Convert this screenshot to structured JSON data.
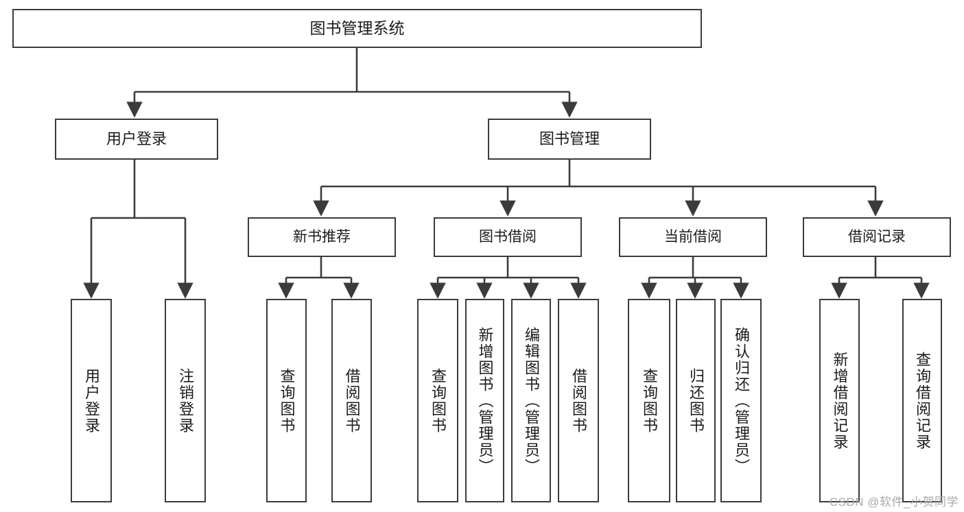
{
  "diagram": {
    "title": "图书管理系统",
    "type": "tree",
    "colors": {
      "box_border": "#3b3b3b",
      "box_fill": "#ffffff",
      "edge": "#3b3b3b",
      "text": "#1b1b1b",
      "watermark": "#a9a9a9",
      "background": "#ffffff"
    },
    "nodes": {
      "root": {
        "label": "图书管理系统"
      },
      "level2": [
        {
          "id": "user-login",
          "label": "用户登录"
        },
        {
          "id": "book-manage",
          "label": "图书管理"
        }
      ],
      "level3": [
        {
          "id": "new-book-recommend",
          "label": "新书推荐"
        },
        {
          "id": "book-borrow",
          "label": "图书借阅"
        },
        {
          "id": "current-borrow",
          "label": "当前借阅"
        },
        {
          "id": "borrow-record",
          "label": "借阅记录"
        }
      ],
      "leaves": {
        "user-login": [
          {
            "id": "leaf-user-login",
            "label": "用户登录"
          },
          {
            "id": "leaf-logout-login",
            "label": "注销登录"
          }
        ],
        "new-book-recommend": [
          {
            "id": "leaf-query-book-1",
            "label": "查询图书"
          },
          {
            "id": "leaf-borrow-book-1",
            "label": "借阅图书"
          }
        ],
        "book-borrow": [
          {
            "id": "leaf-query-book-2",
            "label": "查询图书"
          },
          {
            "id": "leaf-add-book",
            "label": "新增图书（管理员）"
          },
          {
            "id": "leaf-edit-book",
            "label": "编辑图书（管理员）"
          },
          {
            "id": "leaf-borrow-book-2",
            "label": "借阅图书"
          }
        ],
        "current-borrow": [
          {
            "id": "leaf-query-book-3",
            "label": "查询图书"
          },
          {
            "id": "leaf-return-book",
            "label": "归还图书"
          },
          {
            "id": "leaf-confirm-return",
            "label": "确认归还（管理员）"
          }
        ],
        "borrow-record": [
          {
            "id": "leaf-add-record",
            "label": "新增借阅记录"
          },
          {
            "id": "leaf-query-record",
            "label": "查询借阅记录"
          }
        ]
      }
    },
    "watermark": "CSDN @软件_小贺同学"
  }
}
